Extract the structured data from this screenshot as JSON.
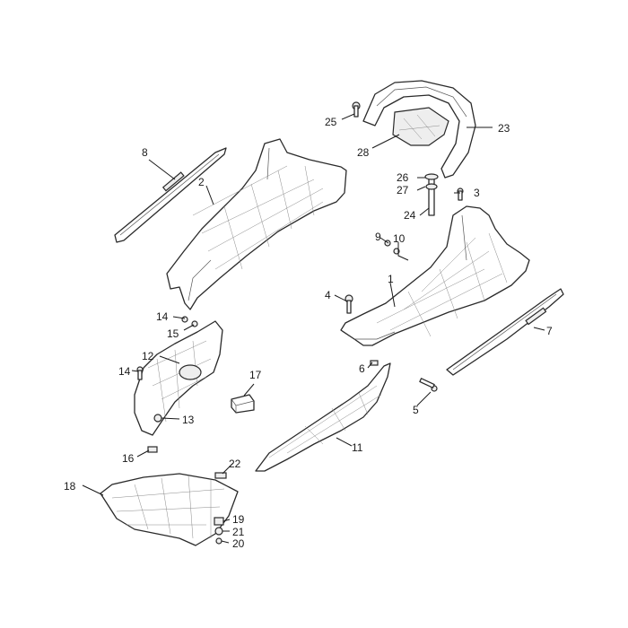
{
  "title": "",
  "labels": {
    "p1": "1",
    "p2": "2",
    "p3": "3",
    "p4": "4",
    "p5": "5",
    "p6": "6",
    "p7": "7",
    "p8": "8",
    "p9": "9",
    "p10": "10",
    "p11": "11",
    "p12": "12",
    "p13": "13",
    "p14a": "14",
    "p14b": "14",
    "p15": "15",
    "p16": "16",
    "p17": "17",
    "p18": "18",
    "p19": "19",
    "p20": "20",
    "p21": "21",
    "p22": "22",
    "p23": "23",
    "p24": "24",
    "p25": "25",
    "p26": "26",
    "p27": "27",
    "p28": "28"
  }
}
